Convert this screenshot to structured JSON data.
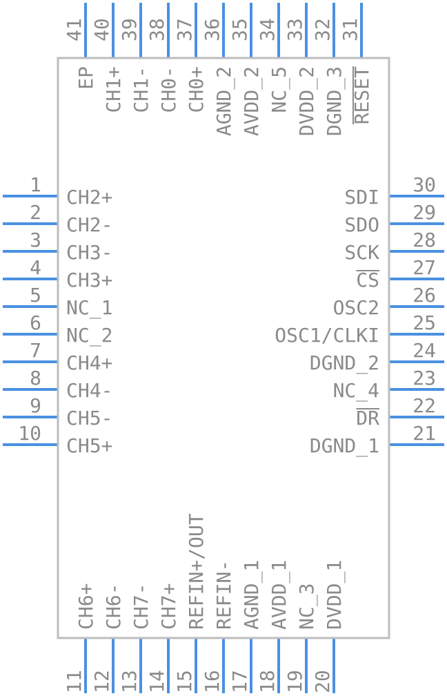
{
  "component": {
    "body_color": "#bdbdbd",
    "pin_color": "#4a90e2",
    "text_color": "#8a8a8a"
  },
  "pins": {
    "left": [
      {
        "num": "1",
        "name": "CH2+"
      },
      {
        "num": "2",
        "name": "CH2-"
      },
      {
        "num": "3",
        "name": "CH3-"
      },
      {
        "num": "4",
        "name": "CH3+"
      },
      {
        "num": "5",
        "name": "NC_1"
      },
      {
        "num": "6",
        "name": "NC_2"
      },
      {
        "num": "7",
        "name": "CH4+"
      },
      {
        "num": "8",
        "name": "CH4-"
      },
      {
        "num": "9",
        "name": "CH5-"
      },
      {
        "num": "10",
        "name": "CH5+"
      }
    ],
    "bottom": [
      {
        "num": "11",
        "name": "CH6+"
      },
      {
        "num": "12",
        "name": "CH6-"
      },
      {
        "num": "13",
        "name": "CH7-"
      },
      {
        "num": "14",
        "name": "CH7+"
      },
      {
        "num": "15",
        "name": "REFIN+/OUT"
      },
      {
        "num": "16",
        "name": "REFIN-"
      },
      {
        "num": "17",
        "name": "AGND_1"
      },
      {
        "num": "18",
        "name": "AVDD_1"
      },
      {
        "num": "19",
        "name": "NC_3"
      },
      {
        "num": "20",
        "name": "DVDD_1"
      }
    ],
    "right": [
      {
        "num": "21",
        "name": "DGND_1"
      },
      {
        "num": "22",
        "name": "DR",
        "overline": true
      },
      {
        "num": "23",
        "name": "NC_4"
      },
      {
        "num": "24",
        "name": "DGND_2"
      },
      {
        "num": "25",
        "name": "OSC1/CLKI"
      },
      {
        "num": "26",
        "name": "OSC2"
      },
      {
        "num": "27",
        "name": "CS",
        "overline": true
      },
      {
        "num": "28",
        "name": "SCK"
      },
      {
        "num": "29",
        "name": "SDO"
      },
      {
        "num": "30",
        "name": "SDI"
      }
    ],
    "top": [
      {
        "num": "31",
        "name": "RESET",
        "overline": true
      },
      {
        "num": "32",
        "name": "DGND_3"
      },
      {
        "num": "33",
        "name": "DVDD_2"
      },
      {
        "num": "34",
        "name": "NC_5"
      },
      {
        "num": "35",
        "name": "AVDD_2"
      },
      {
        "num": "36",
        "name": "AGND_2"
      },
      {
        "num": "37",
        "name": "CH0+"
      },
      {
        "num": "38",
        "name": "CH0-"
      },
      {
        "num": "39",
        "name": "CH1-"
      },
      {
        "num": "40",
        "name": "CH1+"
      },
      {
        "num": "41",
        "name": "EP"
      }
    ]
  }
}
